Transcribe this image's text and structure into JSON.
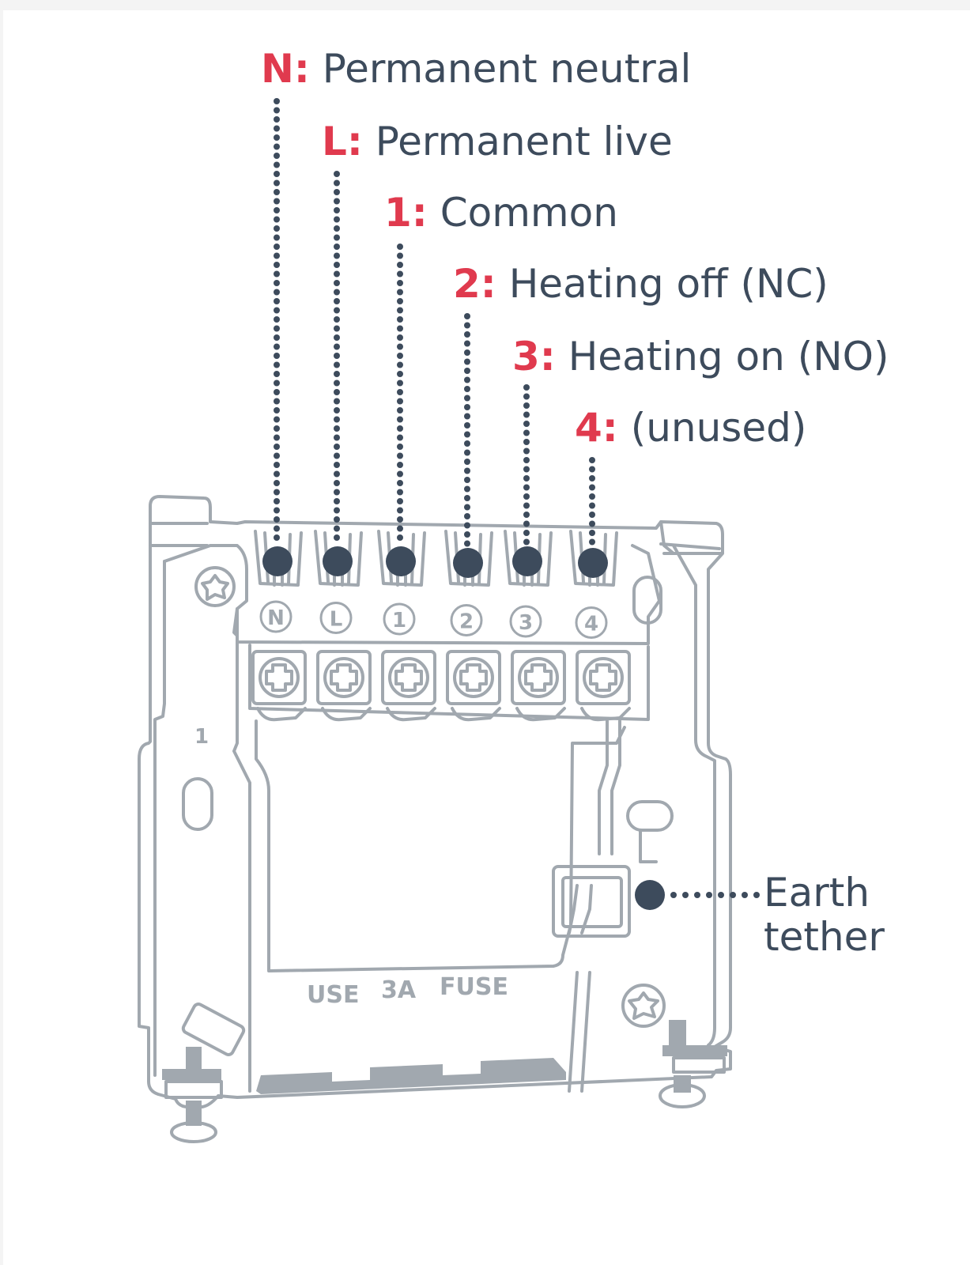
{
  "colors": {
    "key": "#e03a4e",
    "text": "#3d4b5c",
    "outline": "#a1a8af",
    "background": "#ffffff"
  },
  "terminals": [
    {
      "key": "N",
      "sep": ":",
      "label": "Permanent neutral",
      "marking": "N"
    },
    {
      "key": "L",
      "sep": ":",
      "label": "Permanent live",
      "marking": "L"
    },
    {
      "key": "1",
      "sep": ":",
      "label": "Common",
      "marking": "1"
    },
    {
      "key": "2",
      "sep": ":",
      "label": "Heating off (NC)",
      "marking": "2"
    },
    {
      "key": "3",
      "sep": ":",
      "label": "Heating on (NO)",
      "marking": "3"
    },
    {
      "key": "4",
      "sep": ":",
      "label": "(unused)",
      "marking": "4"
    }
  ],
  "earth": {
    "line1": "Earth",
    "line2": "tether"
  },
  "plate": {
    "fuse_text": [
      "USE",
      "3A",
      "FUSE"
    ],
    "side_mark": "1"
  }
}
